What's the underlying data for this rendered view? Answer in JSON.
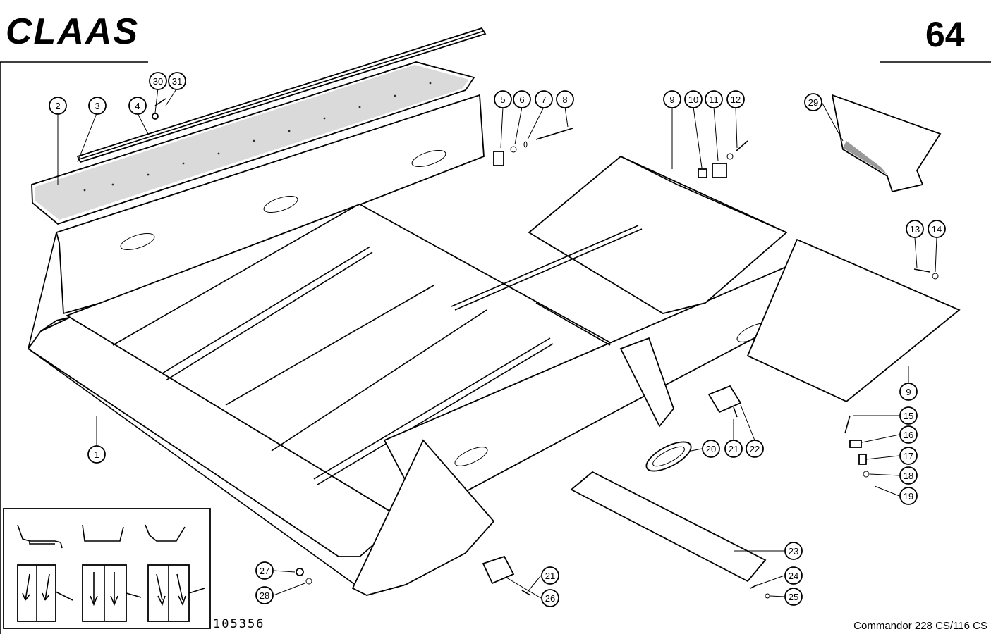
{
  "header": {
    "brand": "CLAAS",
    "page_number": "64"
  },
  "footer": {
    "reference_number": "105356",
    "model": "Commandor 228 CS/116 CS"
  },
  "callouts": [
    {
      "id": "c1",
      "label": "1"
    },
    {
      "id": "c2",
      "label": "2"
    },
    {
      "id": "c3",
      "label": "3"
    },
    {
      "id": "c4",
      "label": "4"
    },
    {
      "id": "c5",
      "label": "5"
    },
    {
      "id": "c6",
      "label": "6"
    },
    {
      "id": "c7",
      "label": "7"
    },
    {
      "id": "c8",
      "label": "8"
    },
    {
      "id": "c9a",
      "label": "9"
    },
    {
      "id": "c9b",
      "label": "9"
    },
    {
      "id": "c10",
      "label": "10"
    },
    {
      "id": "c11",
      "label": "11"
    },
    {
      "id": "c12",
      "label": "12"
    },
    {
      "id": "c13",
      "label": "13"
    },
    {
      "id": "c14",
      "label": "14"
    },
    {
      "id": "c15",
      "label": "15"
    },
    {
      "id": "c16",
      "label": "16"
    },
    {
      "id": "c17",
      "label": "17"
    },
    {
      "id": "c18",
      "label": "18"
    },
    {
      "id": "c19",
      "label": "19"
    },
    {
      "id": "c20",
      "label": "20"
    },
    {
      "id": "c21a",
      "label": "21"
    },
    {
      "id": "c21b",
      "label": "21"
    },
    {
      "id": "c22",
      "label": "22"
    },
    {
      "id": "c23",
      "label": "23"
    },
    {
      "id": "c24",
      "label": "24"
    },
    {
      "id": "c25",
      "label": "25"
    },
    {
      "id": "c26",
      "label": "26"
    },
    {
      "id": "c27",
      "label": "27"
    },
    {
      "id": "c28",
      "label": "28"
    },
    {
      "id": "c29",
      "label": "29"
    },
    {
      "id": "c30",
      "label": "30"
    },
    {
      "id": "c31",
      "label": "31"
    }
  ]
}
